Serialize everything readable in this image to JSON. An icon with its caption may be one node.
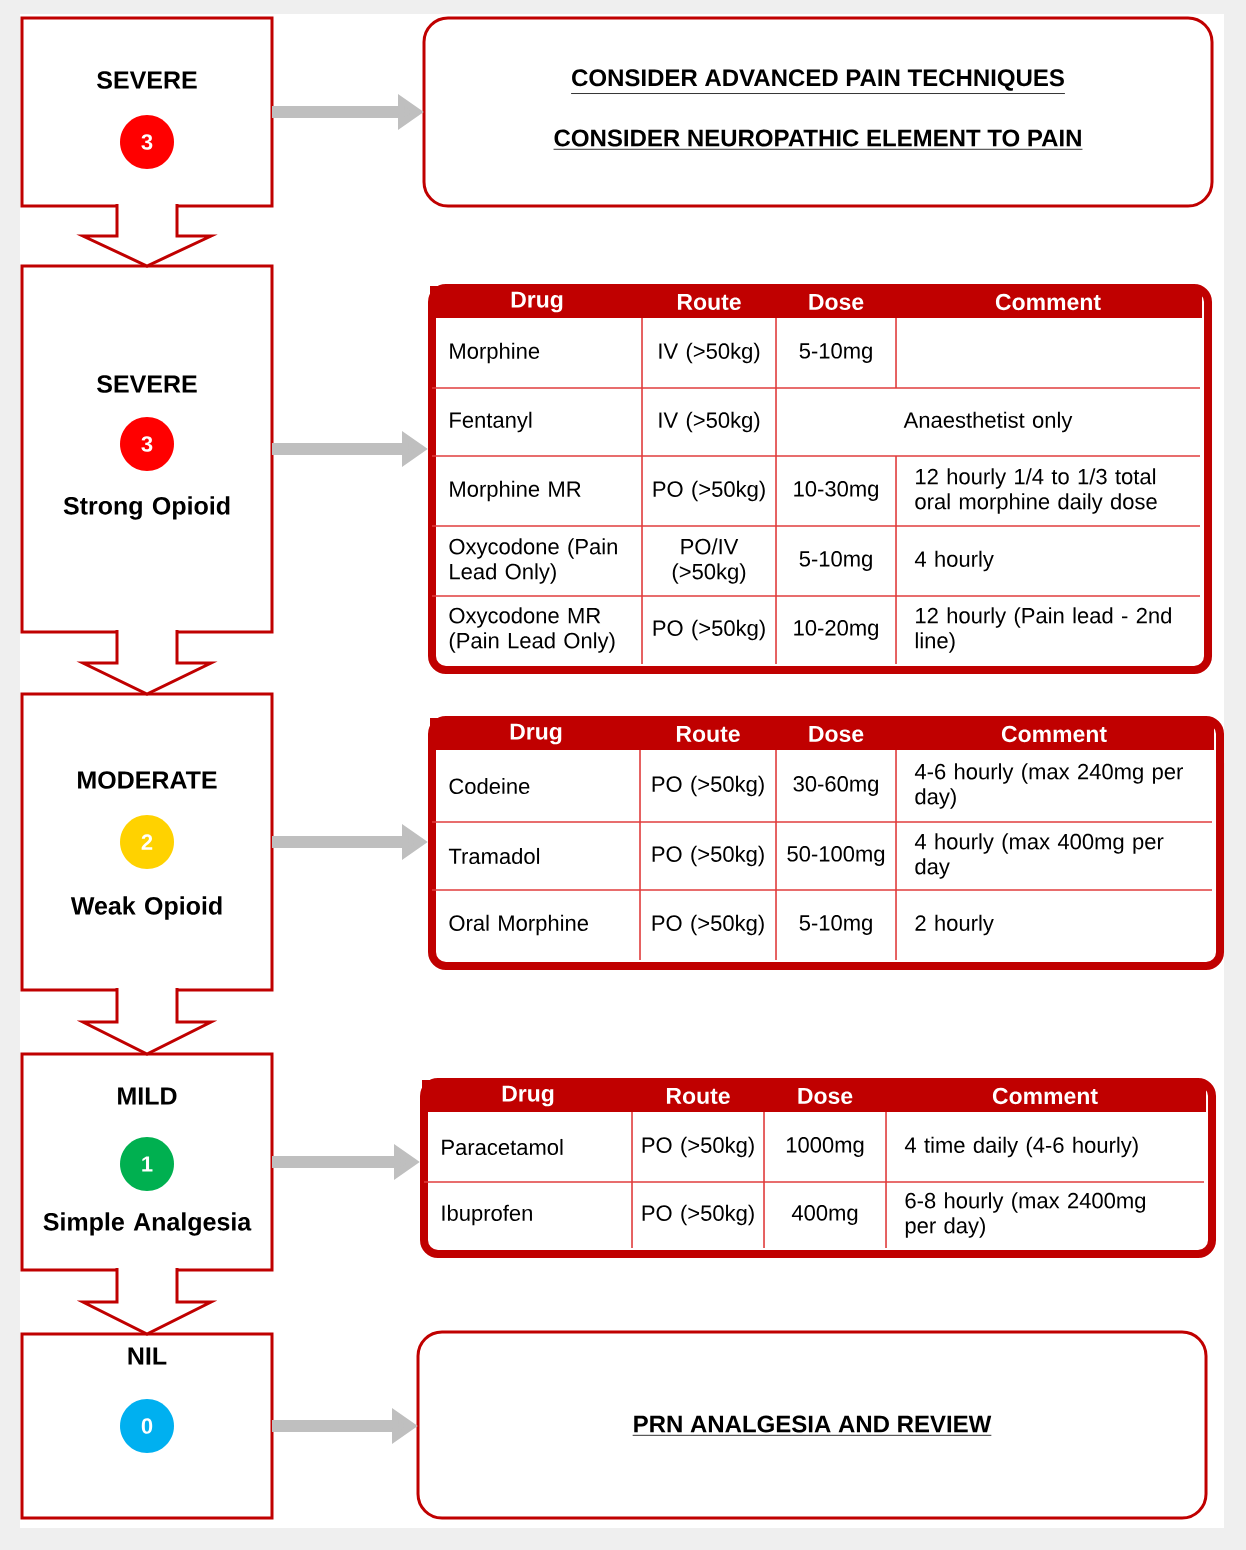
{
  "diagram": {
    "nodes": [
      {
        "text": [
          "SEVERE"
        ]
      },
      {
        "text": [
          "3"
        ],
        "in": 0
      },
      {
        "text": [
          "CONSIDER ADVANCED PAIN TECHNIQUES",
          "CONSIDER NEUROPATHIC ELEMENT TO PAIN"
        ]
      },
      {
        "text": [
          "SEVERE",
          "Strong Opioid"
        ]
      },
      {
        "text": [
          "3"
        ],
        "in": 3
      },
      {
        "text": [
          "Drug",
          "Route",
          "Dose",
          "Comment",
          "Morphine",
          "IV (>50kg)",
          "5-10mg",
          "Fentanyl",
          "IV (>50kg)",
          "Anaesthetist only",
          "Morphine MR",
          "PO (>50kg)",
          "10-30mg",
          "12 hourly 1/4 to 1/3 total oral morphine daily dose",
          "Oxycodone (Pain Lead Only)",
          "PO/IV (>50kg)",
          "5-10mg",
          "4 hourly",
          "Oxycodone MR (Pain Lead Only)",
          "PO (>50kg)",
          "10-20mg",
          "12 hourly (Pain lead - 2nd line)"
        ]
      },
      {
        "text": [
          "MODERATE",
          "Weak Opioid"
        ]
      },
      {
        "text": [
          "2"
        ],
        "in": 6
      },
      {
        "text": [
          "Drug",
          "Route",
          "Dose",
          "Comment",
          "Codeine",
          "PO (>50kg)",
          "30-60mg",
          "4-6 hourly (max 240mg per day)",
          "Tramadol",
          "PO (>50kg)",
          "50-100mg",
          "4 hourly (max 400mg per day",
          "Oral Morphine",
          "PO (>50kg)",
          "5-10mg",
          "2 hourly"
        ]
      },
      {
        "text": [
          "MILD",
          "Simple Analgesia"
        ]
      },
      {
        "text": [
          "1"
        ],
        "in": 9
      },
      {
        "text": [
          "Drug",
          "Route",
          "Dose",
          "Comment",
          "Paracetamol",
          "PO (>50kg)",
          "1000mg",
          "4 time daily (4-6 hourly)",
          "Ibuprofen",
          "PO (>50kg)",
          "400mg",
          "6-8 hourly (max 2400mg per day)"
        ]
      },
      {
        "text": [
          "NIL"
        ]
      },
      {
        "text": [
          "0"
        ],
        "in": 12
      },
      {
        "text": [
          "PRN ANALGESIA AND REVIEW"
        ]
      }
    ],
    "edges": [
      {
        "from": 0,
        "to": 2,
        "arrow": "to"
      },
      {
        "from": 0,
        "to": 3,
        "arrow": "to",
        "color": "#c00000"
      },
      {
        "from": 3,
        "to": 5,
        "arrow": "to"
      },
      {
        "from": 3,
        "to": 6,
        "arrow": "to",
        "color": "#c00000"
      },
      {
        "from": 6,
        "to": 8,
        "arrow": "to"
      },
      {
        "from": 6,
        "to": 9,
        "arrow": "to",
        "color": "#c00000"
      },
      {
        "from": 9,
        "to": 11,
        "arrow": "to"
      },
      {
        "from": 9,
        "to": 12,
        "arrow": "to",
        "color": "#c00000"
      },
      {
        "from": 12,
        "to": 14,
        "arrow": "to"
      }
    ]
  }
}
